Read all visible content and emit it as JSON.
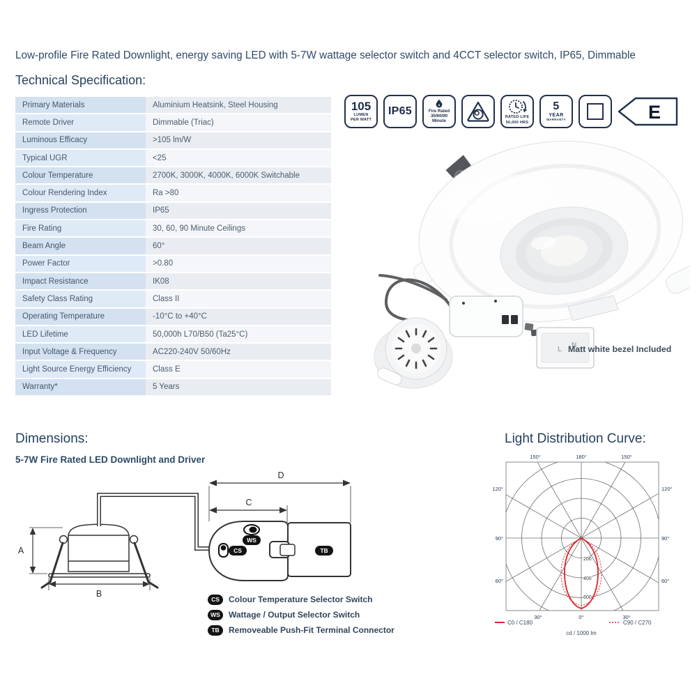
{
  "page": {
    "description": "Low-profile Fire Rated Downlight, energy saving LED with 5-7W wattage selector switch and 4CCT selector switch, IP65, Dimmable"
  },
  "colors": {
    "heading_navy": "#26405E",
    "badge_outline": "#20304D",
    "table_label_bg_a": "#D3E1F1",
    "table_label_bg_b": "#DFEAF7",
    "table_value_bg_a": "#E9EDF2",
    "table_value_bg_b": "#F4F6F9",
    "curve_red": "#E02127"
  },
  "tech_spec": {
    "heading": "Technical Specification:",
    "rows": [
      {
        "label": "Primary Materials",
        "value": "Aluminium Heatsink, Steel Housing"
      },
      {
        "label": "Remote Driver",
        "value": "Dimmable (Triac)"
      },
      {
        "label": "Luminous Efficacy",
        "value": ">105 lm/W"
      },
      {
        "label": "Typical UGR",
        "value": "<25"
      },
      {
        "label": "Colour Temperature",
        "value": "2700K, 3000K, 4000K, 6000K Switchable"
      },
      {
        "label": "Colour Rendering Index",
        "value": "Ra >80"
      },
      {
        "label": "Ingress Protection",
        "value": "IP65"
      },
      {
        "label": "Fire Rating",
        "value": "30, 60, 90 Minute Ceilings"
      },
      {
        "label": "Beam Angle",
        "value": "60°"
      },
      {
        "label": "Power Factor",
        "value": ">0.80"
      },
      {
        "label": "Impact Resistance",
        "value": "IK08"
      },
      {
        "label": "Safety Class Rating",
        "value": "Class II"
      },
      {
        "label": "Operating Temperature",
        "value": "-10°C to +40°C"
      },
      {
        "label": "LED Lifetime",
        "value": "50,000h L70/B50 (Ta25°C)"
      },
      {
        "label": "Input Voltage & Frequency",
        "value": "AC220-240V 50/60Hz"
      },
      {
        "label": "Light Source Energy Efficiency",
        "value": "Class E"
      },
      {
        "label": "Warranty*",
        "value": "5 Years"
      }
    ]
  },
  "badges": {
    "lumen": {
      "big": "105",
      "sub1": "LUMEN",
      "sub2": "PER WATT"
    },
    "ip": {
      "big": "IP65"
    },
    "fire": {
      "icon": "flame-icon",
      "l1": "Fire Rated",
      "l2": "30/60/90",
      "l3": "Minute"
    },
    "dimmable": {
      "icon": "dimmer-triangle-icon"
    },
    "rated_life": {
      "icon": "clock-arrow-icon",
      "l1": "RATED LIFE",
      "l2": "50,000 HRS"
    },
    "warranty": {
      "big": "5",
      "l1": "YEAR",
      "l2": "WARRANTY"
    },
    "class2": {
      "icon": "square-outline-icon"
    },
    "energy": {
      "icon": "energy-arrow-icon",
      "letter": "E"
    }
  },
  "product": {
    "caption": "Matt white bezel Included"
  },
  "dimensions": {
    "heading": "Dimensions:",
    "subtitle": "5-7W Fire Rated LED Downlight and Driver",
    "labels": {
      "a": "A",
      "b": "B",
      "c": "C",
      "d": "D"
    },
    "switches": {
      "cs": "CS",
      "ws": "WS",
      "tb": "TB"
    },
    "legend": [
      {
        "key": "CS",
        "label": "Colour Temperature Selector Switch"
      },
      {
        "key": "WS",
        "label": "Wattage / Output Selector Switch"
      },
      {
        "key": "TB",
        "label": "Removeable Push-Fit Terminal Connector"
      }
    ]
  },
  "ldc": {
    "heading": "Light Distribution Curve:",
    "angles": {
      "top_left": "150°",
      "top": "180°",
      "top_right": "150°",
      "left_120": "120°",
      "right_120": "120°",
      "left_90": "90°",
      "right_90": "90°",
      "left_60": "60°",
      "right_60": "60°",
      "bottom_left": "30°",
      "bottom": "0°",
      "bottom_right": "30°"
    },
    "rings": {
      "r200": "200",
      "r400": "400",
      "r600": "600"
    },
    "legend_solid": "C0 / C180",
    "legend_dotted": "C90 / C270",
    "caption": "cd / 1000 lm"
  },
  "chart_data": {
    "type": "line",
    "subtype": "polar-light-distribution",
    "title": "Light Distribution Curve",
    "units": "cd / 1000 lm",
    "radial_ticks": [
      200,
      400,
      600
    ],
    "angle_ticks_deg": [
      0,
      30,
      60,
      90,
      120,
      150,
      180
    ],
    "legend_position": "below",
    "series": [
      {
        "name": "C0 / C180",
        "style": "solid",
        "color": "#E02127",
        "points_deg_cd": [
          [
            0,
            670
          ],
          [
            15,
            570
          ],
          [
            30,
            330
          ],
          [
            45,
            110
          ],
          [
            60,
            30
          ],
          [
            90,
            0
          ]
        ]
      },
      {
        "name": "C90 / C270",
        "style": "dotted",
        "color": "#E02127",
        "points_deg_cd": [
          [
            0,
            680
          ],
          [
            15,
            590
          ],
          [
            30,
            360
          ],
          [
            45,
            130
          ],
          [
            60,
            40
          ],
          [
            90,
            0
          ]
        ]
      }
    ]
  }
}
